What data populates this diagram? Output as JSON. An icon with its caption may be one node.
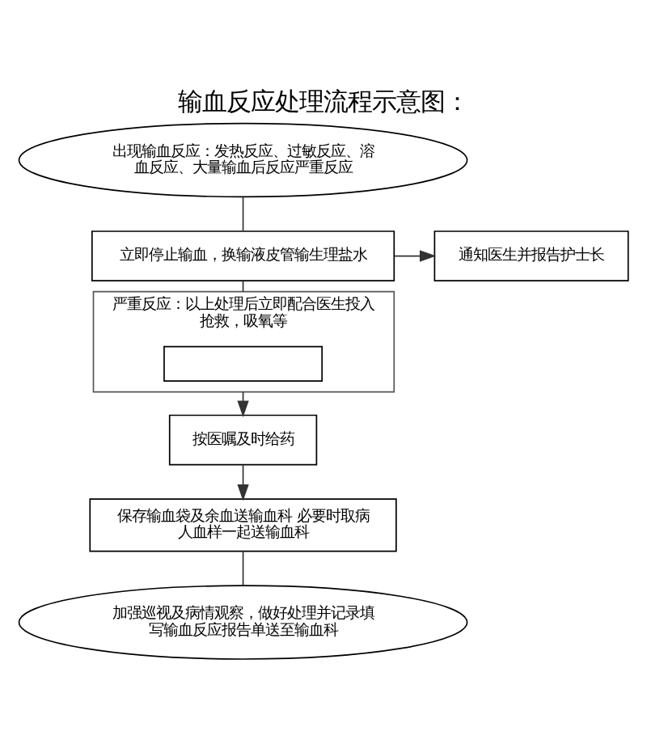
{
  "diagram": {
    "title": "输血反应处理流程示意图：",
    "nodes": [
      {
        "text": [
          "出现输血反应：发热反应、过敏反应、溶血反应、大量输血后反应严重反应"
        ]
      },
      {
        "text": [
          "立即停止输血，换输液皮管输生理盐水"
        ]
      },
      {
        "text": [
          "通知医生并报告护士长"
        ]
      },
      {
        "text": [
          "严重反应：以上处理后立即配合医生投入抢救，吸氧等"
        ]
      },
      {
        "text": [],
        "shape": "box",
        "in": 3
      },
      {
        "text": [
          "按医嘱及时给药"
        ]
      },
      {
        "text": [
          "保存输血袋及余血送输血科 必要时取病人血样一起送输血科"
        ]
      },
      {
        "text": [
          "加强巡视及病情观察，做好处理并记录填写输血反应报告单送至输血科"
        ]
      }
    ],
    "edges": [
      {
        "from": 0,
        "to": 1,
        "arrow": "none"
      },
      {
        "from": 1,
        "to": 2,
        "arrow": "to"
      },
      {
        "from": 1,
        "to": 3,
        "arrow": "none"
      },
      {
        "from": 3,
        "to": 5,
        "arrow": "to"
      },
      {
        "from": 5,
        "to": 6,
        "arrow": "to"
      },
      {
        "from": 6,
        "to": 7,
        "arrow": "none"
      }
    ]
  }
}
